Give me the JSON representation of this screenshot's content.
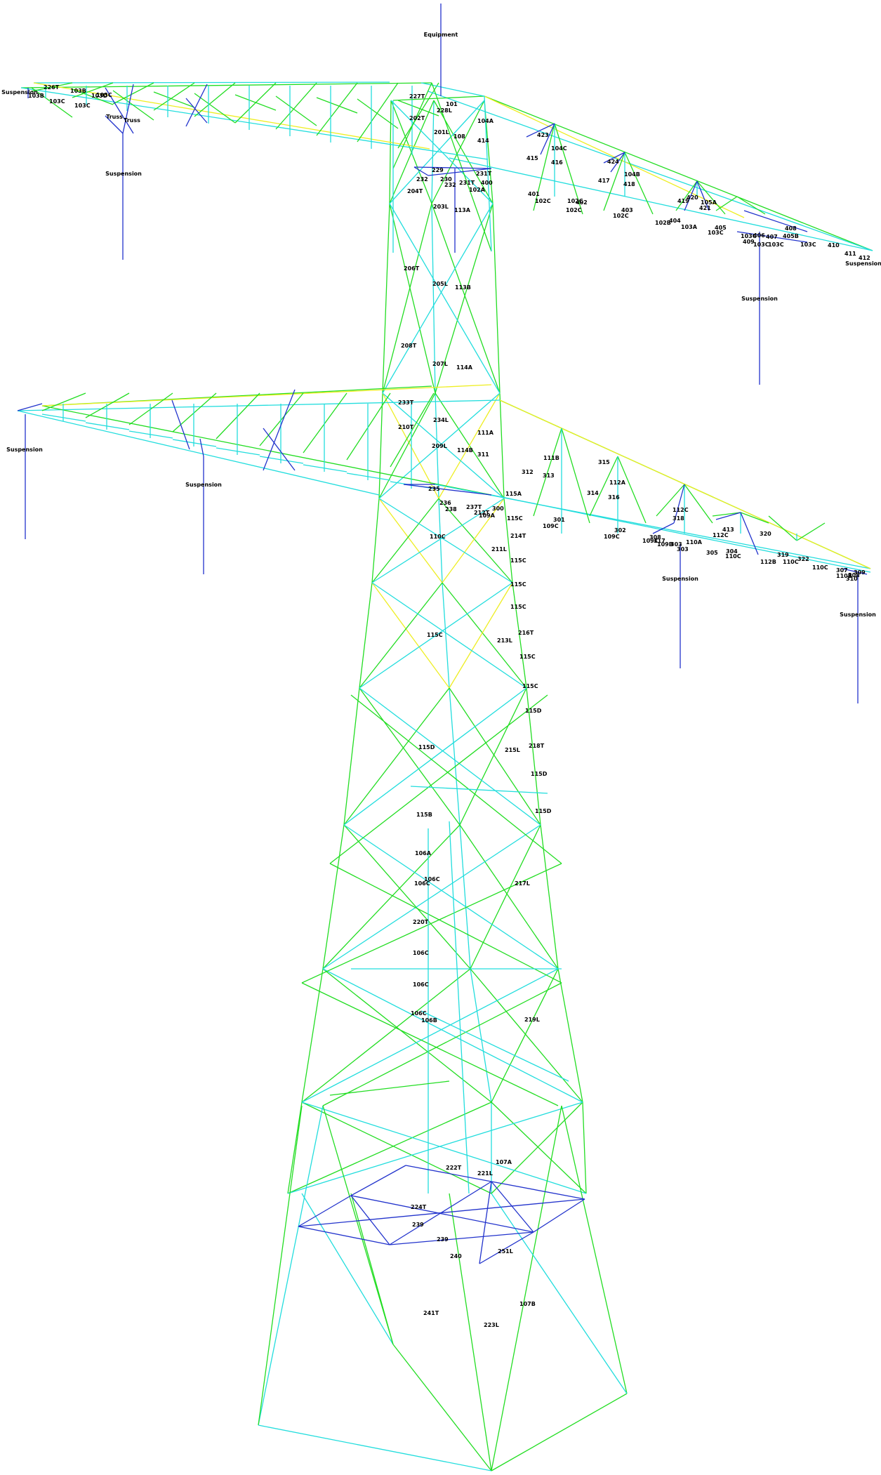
{
  "colors": {
    "background": "#ffffff",
    "green_members": "#22dd22",
    "cyan_members": "#22dddd",
    "blue_members": "#2233cc",
    "yellow_members": "#eeee22"
  },
  "annotations": {
    "equipment": "Equipment",
    "suspension": "Suspension",
    "truss": "Truss"
  },
  "member_labels": [
    "227T",
    "101",
    "228L",
    "202T",
    "201L",
    "108",
    "104A",
    "414",
    "423",
    "104C",
    "415",
    "416",
    "229",
    "231T",
    "232",
    "230",
    "232",
    "231T",
    "400",
    "102A",
    "204T",
    "424",
    "104B",
    "417",
    "418",
    "401",
    "102C",
    "102C",
    "402",
    "102C",
    "403",
    "102C",
    "102B",
    "404",
    "103A",
    "419",
    "420",
    "105A",
    "421",
    "405",
    "103C",
    "203L",
    "113A",
    "206T",
    "205L",
    "113B",
    "208T",
    "207L",
    "114A",
    "233T",
    "234L",
    "111A",
    "210T",
    "209L",
    "114B",
    "311",
    "312",
    "111B",
    "313",
    "315",
    "112A",
    "314",
    "316",
    "235",
    "236",
    "238",
    "237T",
    "212T",
    "300",
    "109A",
    "115A",
    "115C",
    "301",
    "109C",
    "302",
    "109C",
    "317",
    "112C",
    "318",
    "308",
    "109C",
    "109B",
    "303",
    "303",
    "110A",
    "304",
    "305",
    "110C",
    "110C",
    "211L",
    "214T",
    "115C",
    "115C",
    "115C",
    "115C",
    "213L",
    "216T",
    "115C",
    "115C",
    "115D",
    "115D",
    "215L",
    "218T",
    "115D",
    "115D",
    "115B",
    "106A",
    "106C",
    "106C",
    "217L",
    "220T",
    "106C",
    "106C",
    "106C",
    "106B",
    "219L",
    "222T",
    "221L",
    "107A",
    "224T",
    "239",
    "239",
    "240",
    "251L",
    "241T",
    "223L",
    "107B",
    "226T",
    "103B",
    "103C",
    "103C",
    "103D",
    "103B",
    "103C",
    "103C",
    "406",
    "407",
    "408",
    "405B",
    "409",
    "103C",
    "103C",
    "103C",
    "410",
    "411",
    "412",
    "413",
    "320",
    "112C",
    "319",
    "322",
    "112B",
    "110C",
    "110C",
    "307",
    "308",
    "309",
    "310",
    "110B",
    "110C"
  ]
}
